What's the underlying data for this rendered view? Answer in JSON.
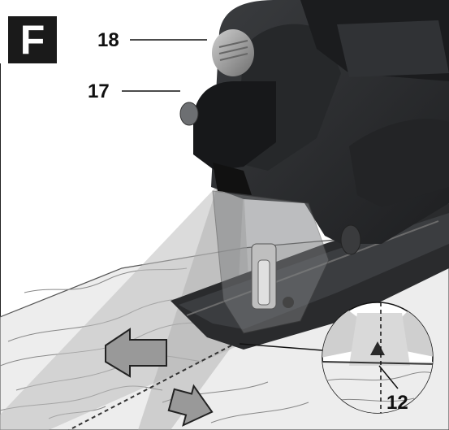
{
  "figure": {
    "panel_letter": "F",
    "callouts": [
      "18",
      "17",
      "12"
    ]
  },
  "colors": {
    "badge": "#1a1a1a",
    "tool_body": "#2d2f31",
    "tool_shadow": "#1c1d1f",
    "wood": "#ececec",
    "wood_lines": "#8a8a8a",
    "cone": "#cfcfcf",
    "arrow_fill": "#9a9a9a"
  },
  "icons": [
    "left-arrow-icon",
    "down-right-arrow-icon"
  ]
}
